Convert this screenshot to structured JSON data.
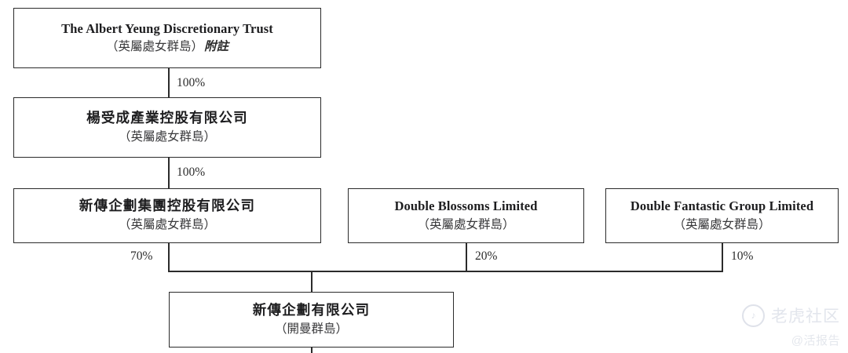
{
  "chart_data": {
    "type": "diagram",
    "title": "Shareholding / corporate structure chart",
    "nodes": [
      {
        "id": "trust",
        "name_en": "The Albert Yeung Discretionary Trust",
        "name_cjk": "",
        "jurisdiction": "（英屬處女群島）",
        "note": "附註"
      },
      {
        "id": "holding",
        "name_en": "",
        "name_cjk": "楊受成產業控股有限公司",
        "jurisdiction": "（英屬處女群島）",
        "note": ""
      },
      {
        "id": "group",
        "name_en": "",
        "name_cjk": "新傳企劃集團控股有限公司",
        "jurisdiction": "（英屬處女群島）",
        "note": ""
      },
      {
        "id": "blossoms",
        "name_en": "Double Blossoms Limited",
        "name_cjk": "",
        "jurisdiction": "（英屬處女群島）",
        "note": ""
      },
      {
        "id": "fantastic",
        "name_en": "Double Fantastic Group Limited",
        "name_cjk": "",
        "jurisdiction": "（英屬處女群島）",
        "note": ""
      },
      {
        "id": "target",
        "name_en": "",
        "name_cjk": "新傳企劃有限公司",
        "jurisdiction": "（開曼群島）",
        "note": ""
      }
    ],
    "edges": [
      {
        "from": "trust",
        "to": "holding",
        "label": "100%"
      },
      {
        "from": "holding",
        "to": "group",
        "label": "100%"
      },
      {
        "from": "group",
        "to": "target",
        "label": "70%"
      },
      {
        "from": "blossoms",
        "to": "target",
        "label": "20%"
      },
      {
        "from": "fantastic",
        "to": "target",
        "label": "10%"
      }
    ],
    "colors": {
      "stroke": "#2b2b2b",
      "text": "#1d1d1f",
      "subtext": "#3a3a3c",
      "background": "#ffffff"
    }
  },
  "nodes": {
    "trust": {
      "title": "The Albert Yeung Discretionary Trust",
      "subtitle": "（英屬處女群島）",
      "note": "附註"
    },
    "holding": {
      "title": "楊受成產業控股有限公司",
      "subtitle": "（英屬處女群島）"
    },
    "group": {
      "title": "新傳企劃集團控股有限公司",
      "subtitle": "（英屬處女群島）"
    },
    "blossoms": {
      "title": "Double Blossoms Limited",
      "subtitle": "（英屬處女群島）"
    },
    "fantastic": {
      "title": "Double Fantastic Group Limited",
      "subtitle": "（英屬處女群島）"
    },
    "target": {
      "title": "新傳企劃有限公司",
      "subtitle": "（開曼群島）"
    }
  },
  "percentages": {
    "trust_to_holding": "100%",
    "holding_to_group": "100%",
    "group_to_target": "70%",
    "blossoms_to_target": "20%",
    "fantastic_to_target": "10%"
  },
  "watermark": {
    "logo_glyph": "♪",
    "title": "老虎社区",
    "handle": "@活报告"
  }
}
